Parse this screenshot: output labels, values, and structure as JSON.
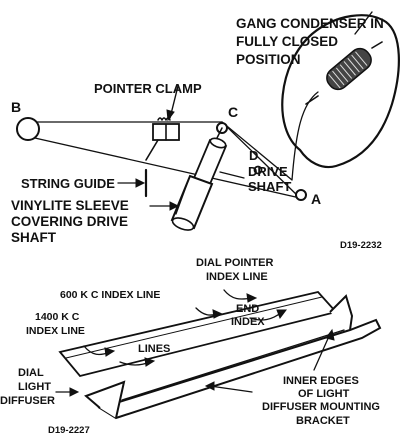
{
  "top_figure": {
    "gang_condenser": [
      "GANG CONDENSER IN",
      "FULLY CLOSED",
      "POSITION"
    ],
    "pointer_clamp": "POINTER CLAMP",
    "point_b": "B",
    "point_c": "C",
    "point_d": "D",
    "point_a": "A",
    "drive_shaft": [
      "DRIVE",
      "SHAFT"
    ],
    "string_guide": "STRING GUIDE",
    "vinylite_sleeve": [
      "VINYLITE SLEEVE",
      "COVERING DRIVE",
      "SHAFT"
    ],
    "figure_id": "D19-2232"
  },
  "bottom_figure": {
    "dial_pointer_index_line": [
      "DIAL POINTER",
      "INDEX LINE"
    ],
    "kc600_index_line": "600 K C  INDEX  LINE",
    "kc1400_index_line": [
      "1400 K C",
      "INDEX LINE"
    ],
    "end_index_lines": [
      "END",
      "INDEX",
      "LINES"
    ],
    "dial_light_diffuser": [
      "DIAL",
      "LIGHT",
      "DIFFUSER"
    ],
    "inner_edges": [
      "INNER EDGES",
      "OF LIGHT"
    ],
    "diffuser_mounting_bracket": [
      "DIFFUSER MOUNTING",
      "BRACKET"
    ],
    "figure_id": "D19-2227"
  }
}
